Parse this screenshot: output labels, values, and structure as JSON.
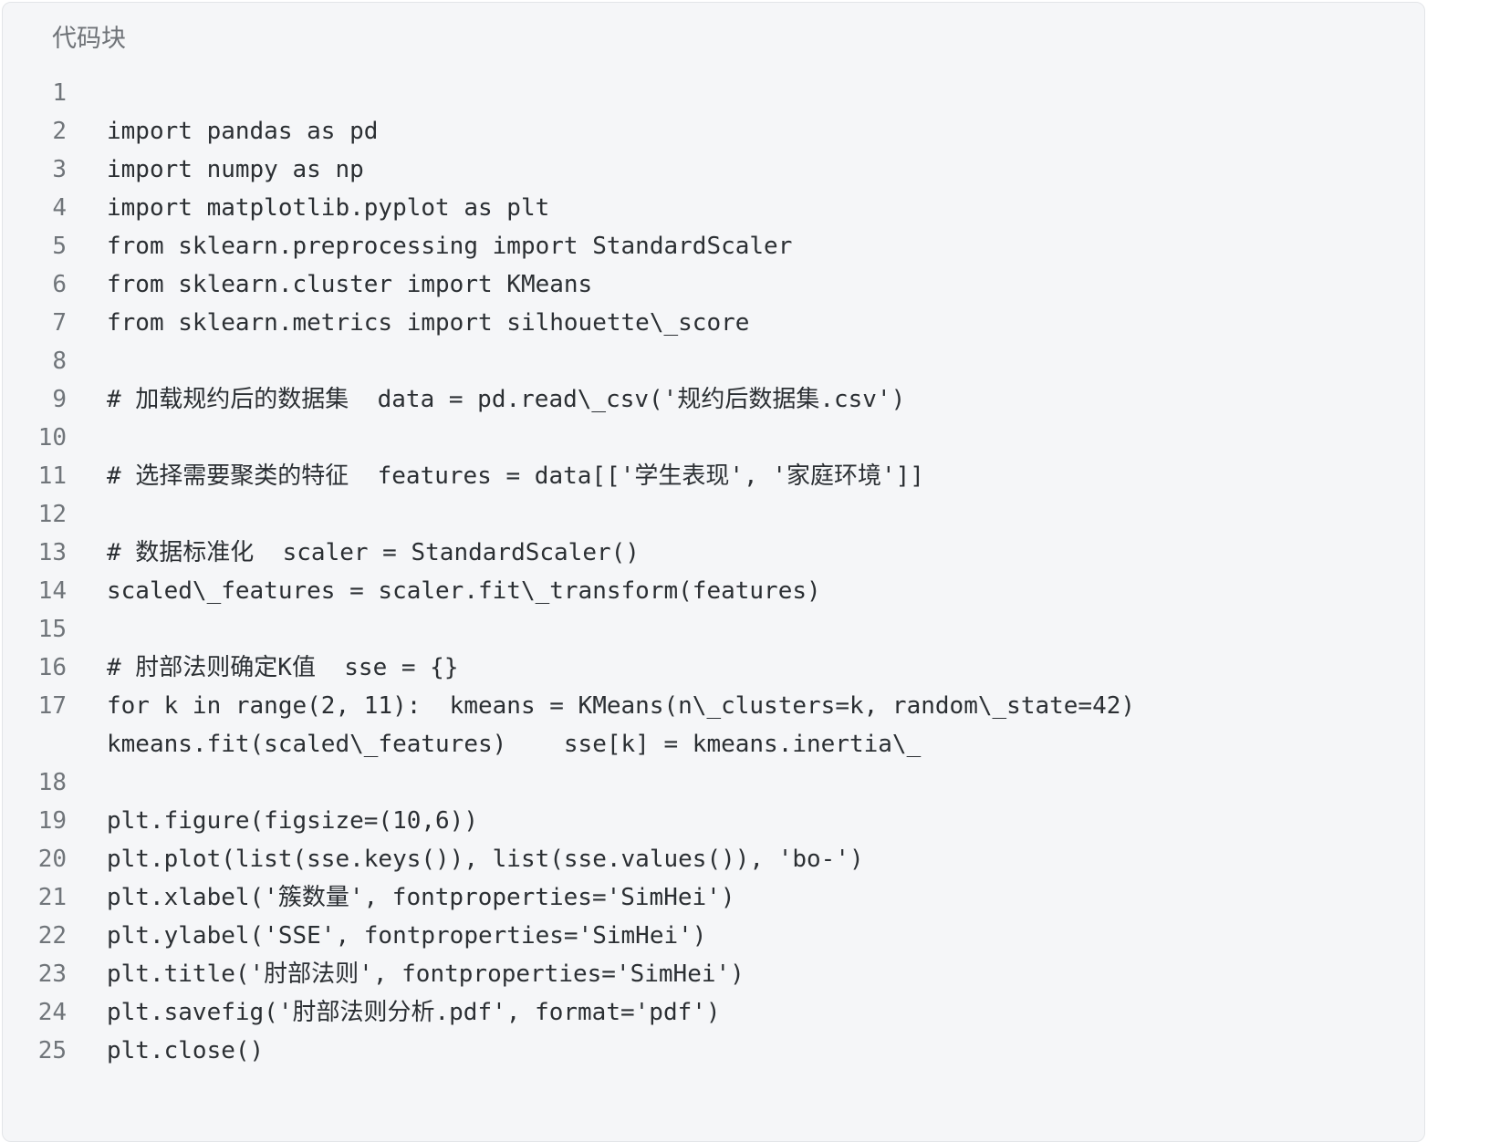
{
  "block": {
    "title": "代码块",
    "lines": [
      {
        "num": "1",
        "code": ""
      },
      {
        "num": "2",
        "code": "import pandas as pd"
      },
      {
        "num": "3",
        "code": "import numpy as np"
      },
      {
        "num": "4",
        "code": "import matplotlib.pyplot as plt"
      },
      {
        "num": "5",
        "code": "from sklearn.preprocessing import StandardScaler"
      },
      {
        "num": "6",
        "code": "from sklearn.cluster import KMeans"
      },
      {
        "num": "7",
        "code": "from sklearn.metrics import silhouette\\_score"
      },
      {
        "num": "8",
        "code": ""
      },
      {
        "num": "9",
        "code": "# 加载规约后的数据集  data = pd.read\\_csv('规约后数据集.csv')"
      },
      {
        "num": "10",
        "code": ""
      },
      {
        "num": "11",
        "code": "# 选择需要聚类的特征  features = data[['学生表现', '家庭环境']]"
      },
      {
        "num": "12",
        "code": ""
      },
      {
        "num": "13",
        "code": "# 数据标准化  scaler = StandardScaler()"
      },
      {
        "num": "14",
        "code": "scaled\\_features = scaler.fit\\_transform(features)"
      },
      {
        "num": "15",
        "code": ""
      },
      {
        "num": "16",
        "code": "# 肘部法则确定K值  sse = {}"
      },
      {
        "num": "17",
        "code": "for k in range(2, 11):  kmeans = KMeans(n\\_clusters=k, random\\_state=42)"
      },
      {
        "num": "",
        "code": "kmeans.fit(scaled\\_features)    sse[k] = kmeans.inertia\\_"
      },
      {
        "num": "18",
        "code": ""
      },
      {
        "num": "19",
        "code": "plt.figure(figsize=(10,6))"
      },
      {
        "num": "20",
        "code": "plt.plot(list(sse.keys()), list(sse.values()), 'bo-')"
      },
      {
        "num": "21",
        "code": "plt.xlabel('簇数量', fontproperties='SimHei')"
      },
      {
        "num": "22",
        "code": "plt.ylabel('SSE', fontproperties='SimHei')"
      },
      {
        "num": "23",
        "code": "plt.title('肘部法则', fontproperties='SimHei')"
      },
      {
        "num": "24",
        "code": "plt.savefig('肘部法则分析.pdf', format='pdf')"
      },
      {
        "num": "25",
        "code": "plt.close()"
      }
    ]
  }
}
